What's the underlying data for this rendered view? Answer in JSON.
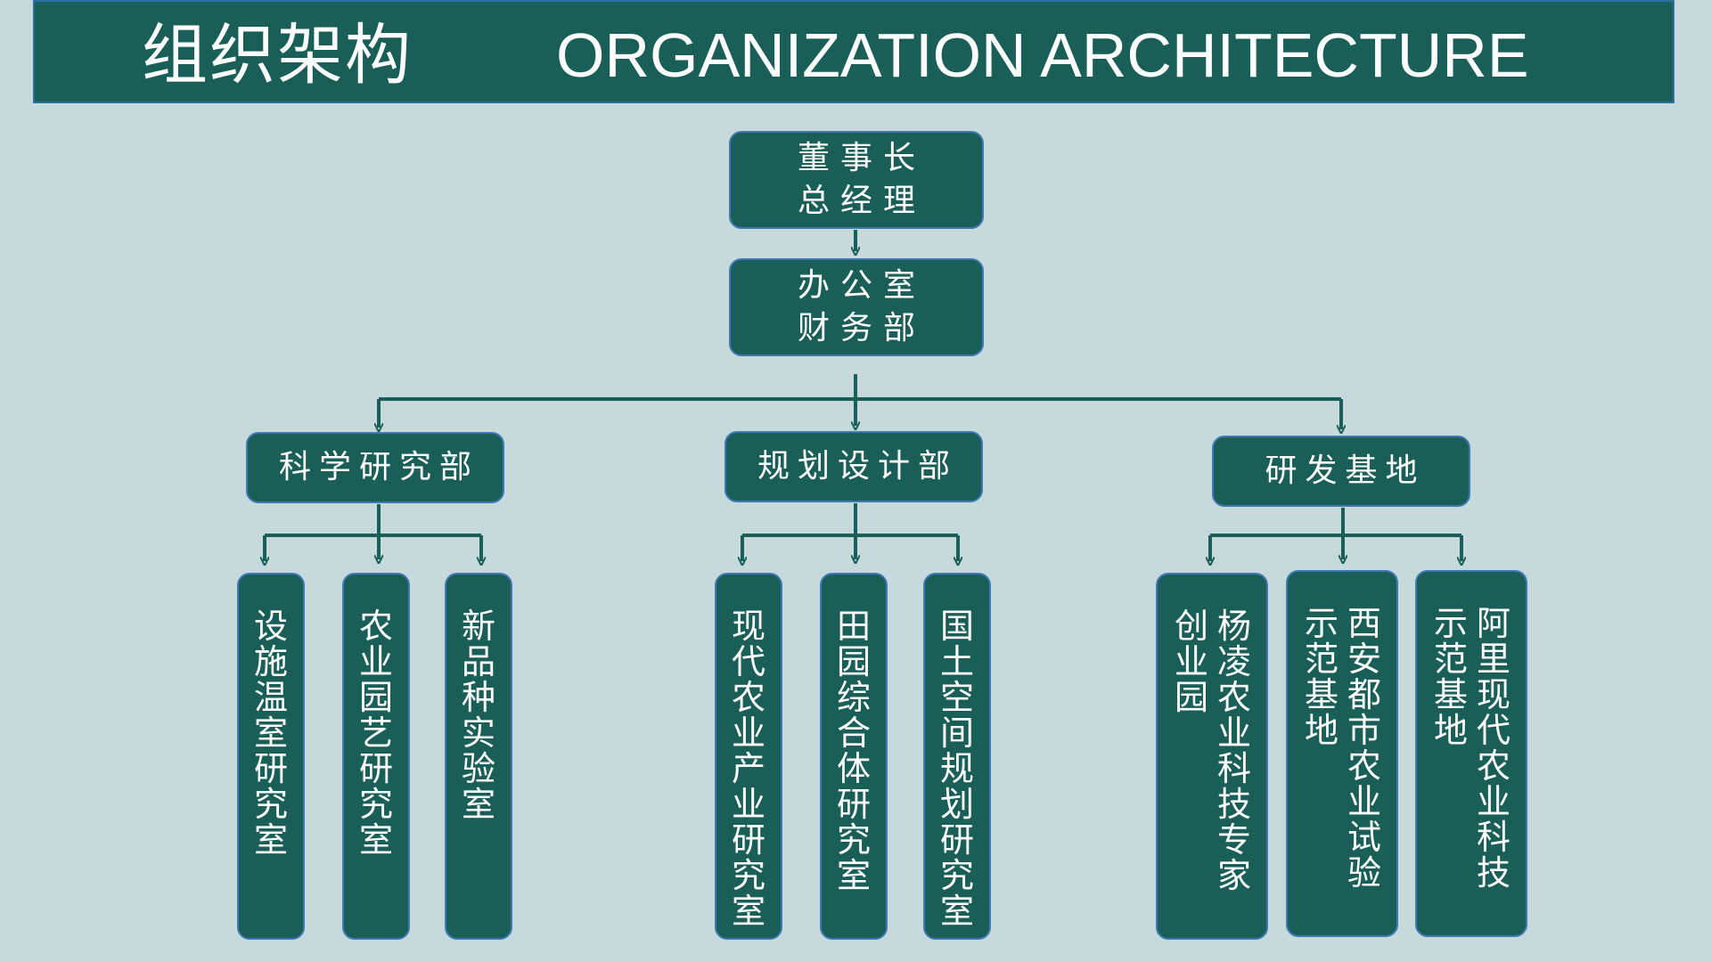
{
  "header": {
    "title_cn": "组织架构",
    "title_en": "ORGANIZATION ARCHITECTURE"
  },
  "nodes": {
    "chairman": {
      "line1": "董事长",
      "line2": "总经理"
    },
    "office": {
      "line1": "办公室",
      "line2": "财务部"
    },
    "dept_science": {
      "label": "科学研究部"
    },
    "dept_planning": {
      "label": "规划设计部"
    },
    "dept_rnd": {
      "label": "研发基地"
    }
  },
  "units": {
    "science": [
      {
        "columns": [
          "设施温室研究室"
        ]
      },
      {
        "columns": [
          "农业园艺研究室"
        ]
      },
      {
        "columns": [
          "新品种实验室"
        ]
      }
    ],
    "planning": [
      {
        "columns": [
          "现代农业产业研究室"
        ]
      },
      {
        "columns": [
          "田园综合体研究室"
        ]
      },
      {
        "columns": [
          "国土空间规划研究室"
        ]
      }
    ],
    "rnd": [
      {
        "columns": [
          "杨凌农业科技专家",
          "创业园"
        ]
      },
      {
        "columns": [
          "西安都市农业试验",
          "示范基地"
        ]
      },
      {
        "columns": [
          "阿里现代农业科技",
          "示范基地"
        ]
      }
    ]
  },
  "colors": {
    "background": "#c6d9db",
    "box_fill": "#1a5f57",
    "box_border": "#3f78b5",
    "connector": "#1a5f57",
    "text": "#ffffff"
  }
}
